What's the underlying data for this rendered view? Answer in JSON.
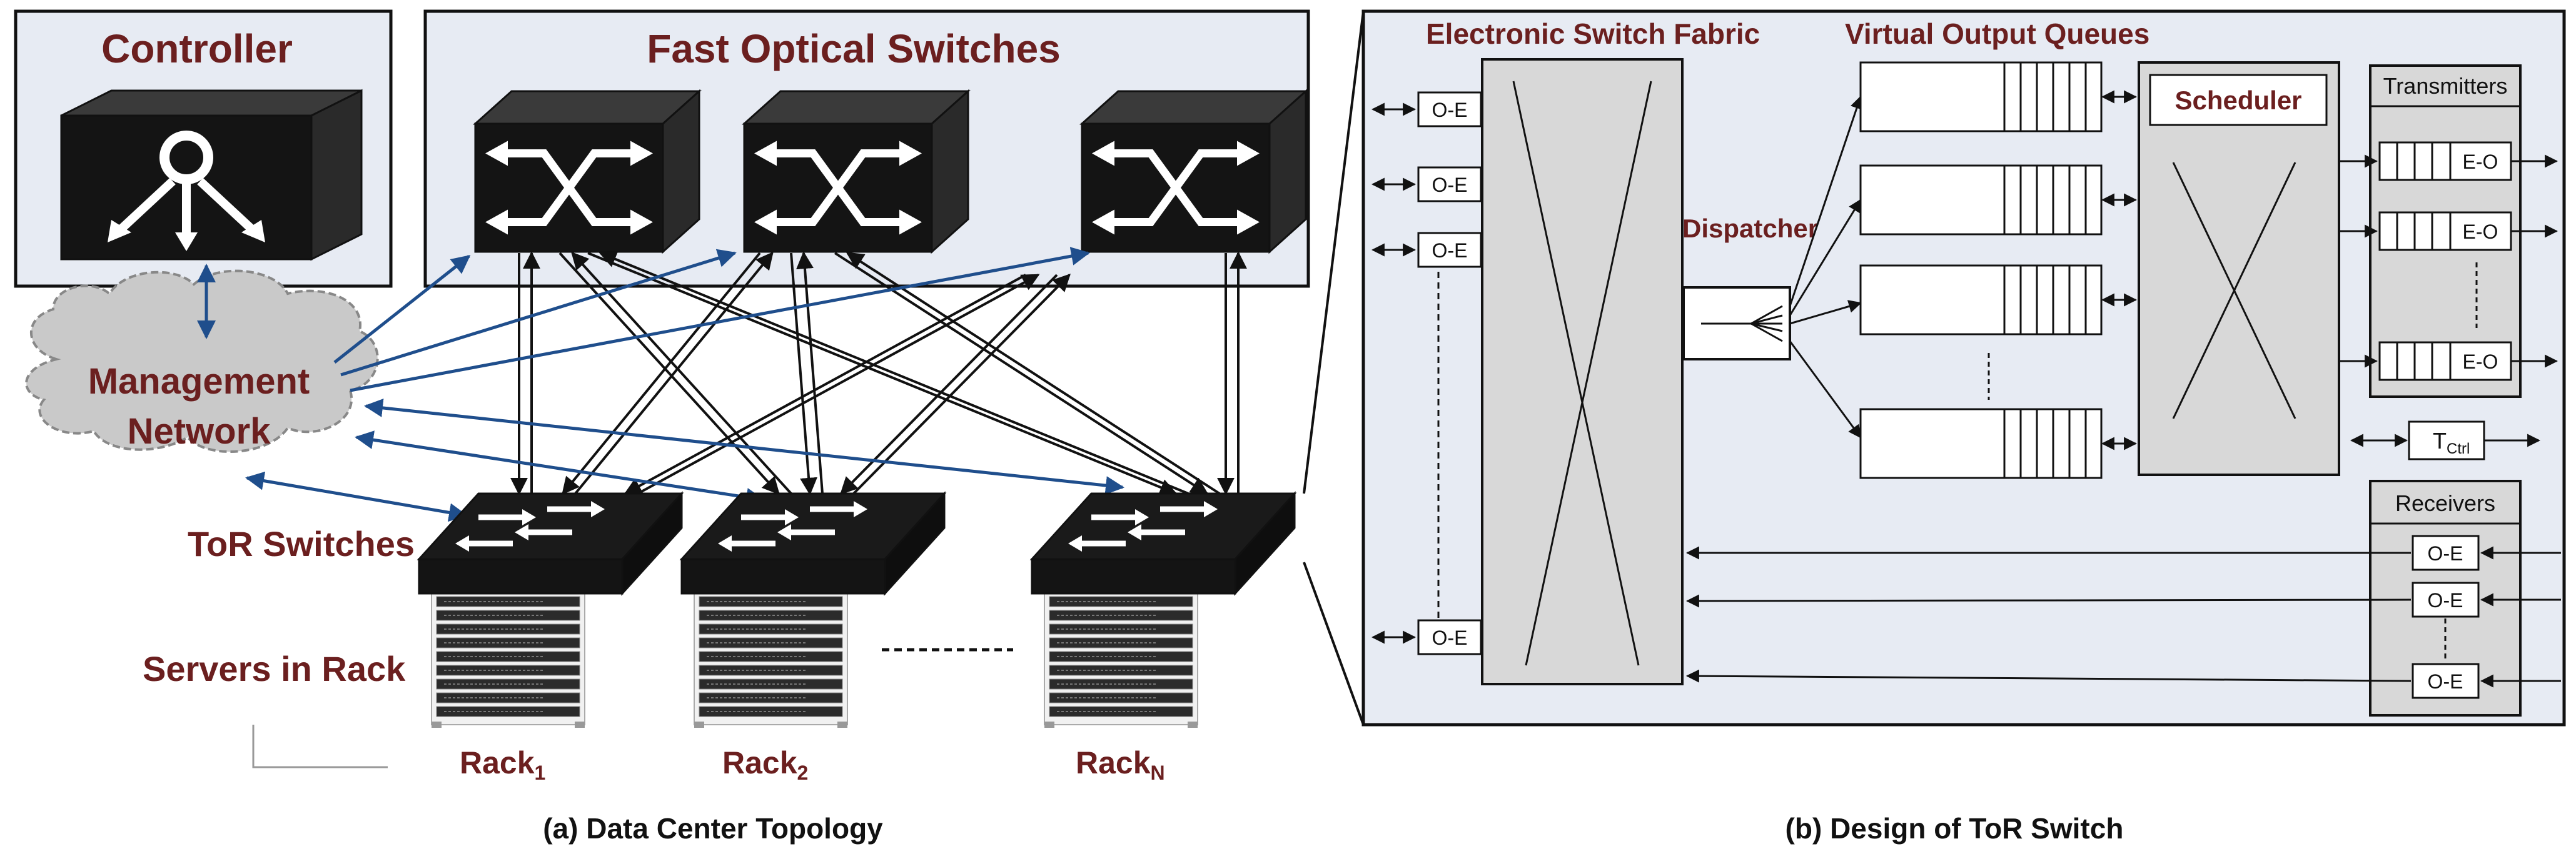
{
  "left": {
    "controller_title": "Controller",
    "switches_title": "Fast Optical Switches",
    "management_line1": "Management",
    "management_line2": "Network",
    "tor_label": "ToR Switches",
    "servers_label": "Servers in Rack",
    "racks": [
      {
        "base": "Rack",
        "sub": "1"
      },
      {
        "base": "Rack",
        "sub": "2"
      },
      {
        "base": "Rack",
        "sub": "N"
      }
    ],
    "caption": "(a) Data Center Topology"
  },
  "right": {
    "fabric_title": "Electronic Switch Fabric",
    "voq_title": "Virtual Output Queues",
    "dispatcher": "Dispatcher",
    "scheduler": "Scheduler",
    "transmitters": "Transmitters",
    "receivers": "Receivers",
    "oe": "O-E",
    "eo": "E-O",
    "tctrl_base": "T",
    "tctrl_sub": "Ctrl",
    "caption": "(b) Design of ToR Switch"
  },
  "colors": {
    "panel_bg": "#e7ebf3",
    "dark_title": "#6b1f1f",
    "blue_link": "#1f4e8c",
    "box_black": "#141414",
    "cloud_gray": "#c9c9c9",
    "fabric_gray": "#d8d8d8"
  }
}
